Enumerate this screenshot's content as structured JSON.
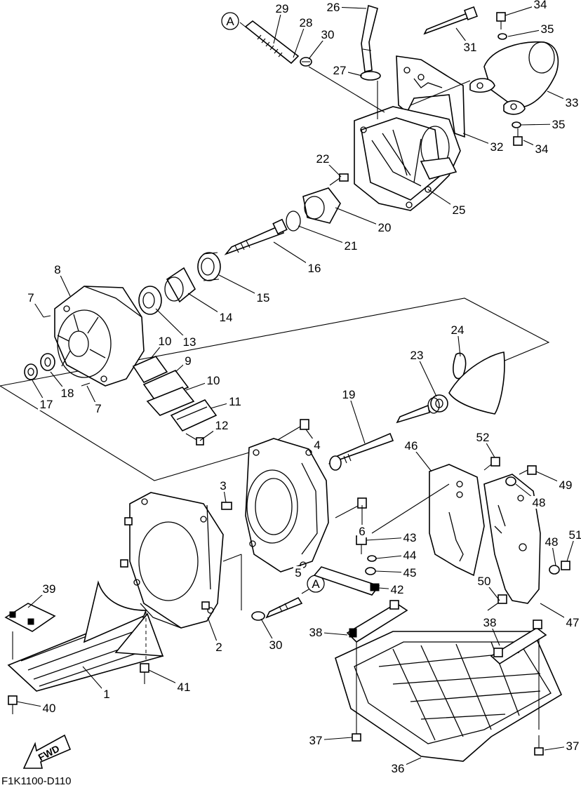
{
  "diagram": {
    "code": "F1K1100-D110",
    "fwd_label": "FWD",
    "ref_marker": "A",
    "part_labels": [
      "1",
      "2",
      "3",
      "4",
      "5",
      "6",
      "7",
      "7",
      "8",
      "9",
      "10",
      "10",
      "11",
      "12",
      "13",
      "14",
      "15",
      "16",
      "17",
      "18",
      "19",
      "20",
      "21",
      "22",
      "23",
      "24",
      "25",
      "26",
      "27",
      "28",
      "29",
      "30",
      "30",
      "31",
      "32",
      "33",
      "34",
      "34",
      "35",
      "35",
      "36",
      "37",
      "37",
      "38",
      "38",
      "39",
      "40",
      "41",
      "42",
      "43",
      "44",
      "45",
      "46",
      "47",
      "48",
      "48",
      "49",
      "50",
      "51",
      "52"
    ]
  }
}
